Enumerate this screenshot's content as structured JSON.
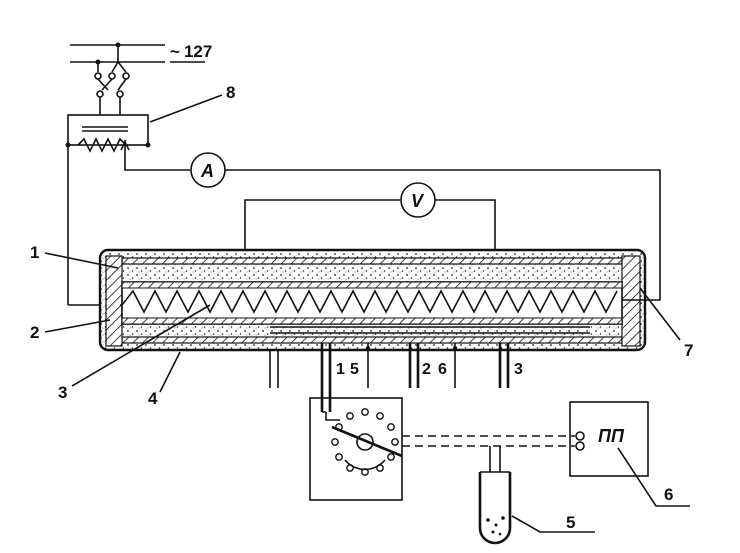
{
  "supply": {
    "symbol": "~",
    "voltage": "127"
  },
  "meters": {
    "ammeter": "A",
    "voltmeter": "V"
  },
  "recorder": {
    "text": "ПП"
  },
  "callouts": {
    "c1": "1",
    "c2": "2",
    "c3": "3",
    "c4": "4",
    "c5": "5",
    "c6": "6",
    "c7": "7",
    "c8": "8"
  },
  "tube_labels": {
    "t1": "1",
    "t5": "5",
    "t2": "2",
    "t6": "6",
    "t3": "3"
  },
  "colors": {
    "ink": "#111111",
    "paper": "#ffffff"
  }
}
